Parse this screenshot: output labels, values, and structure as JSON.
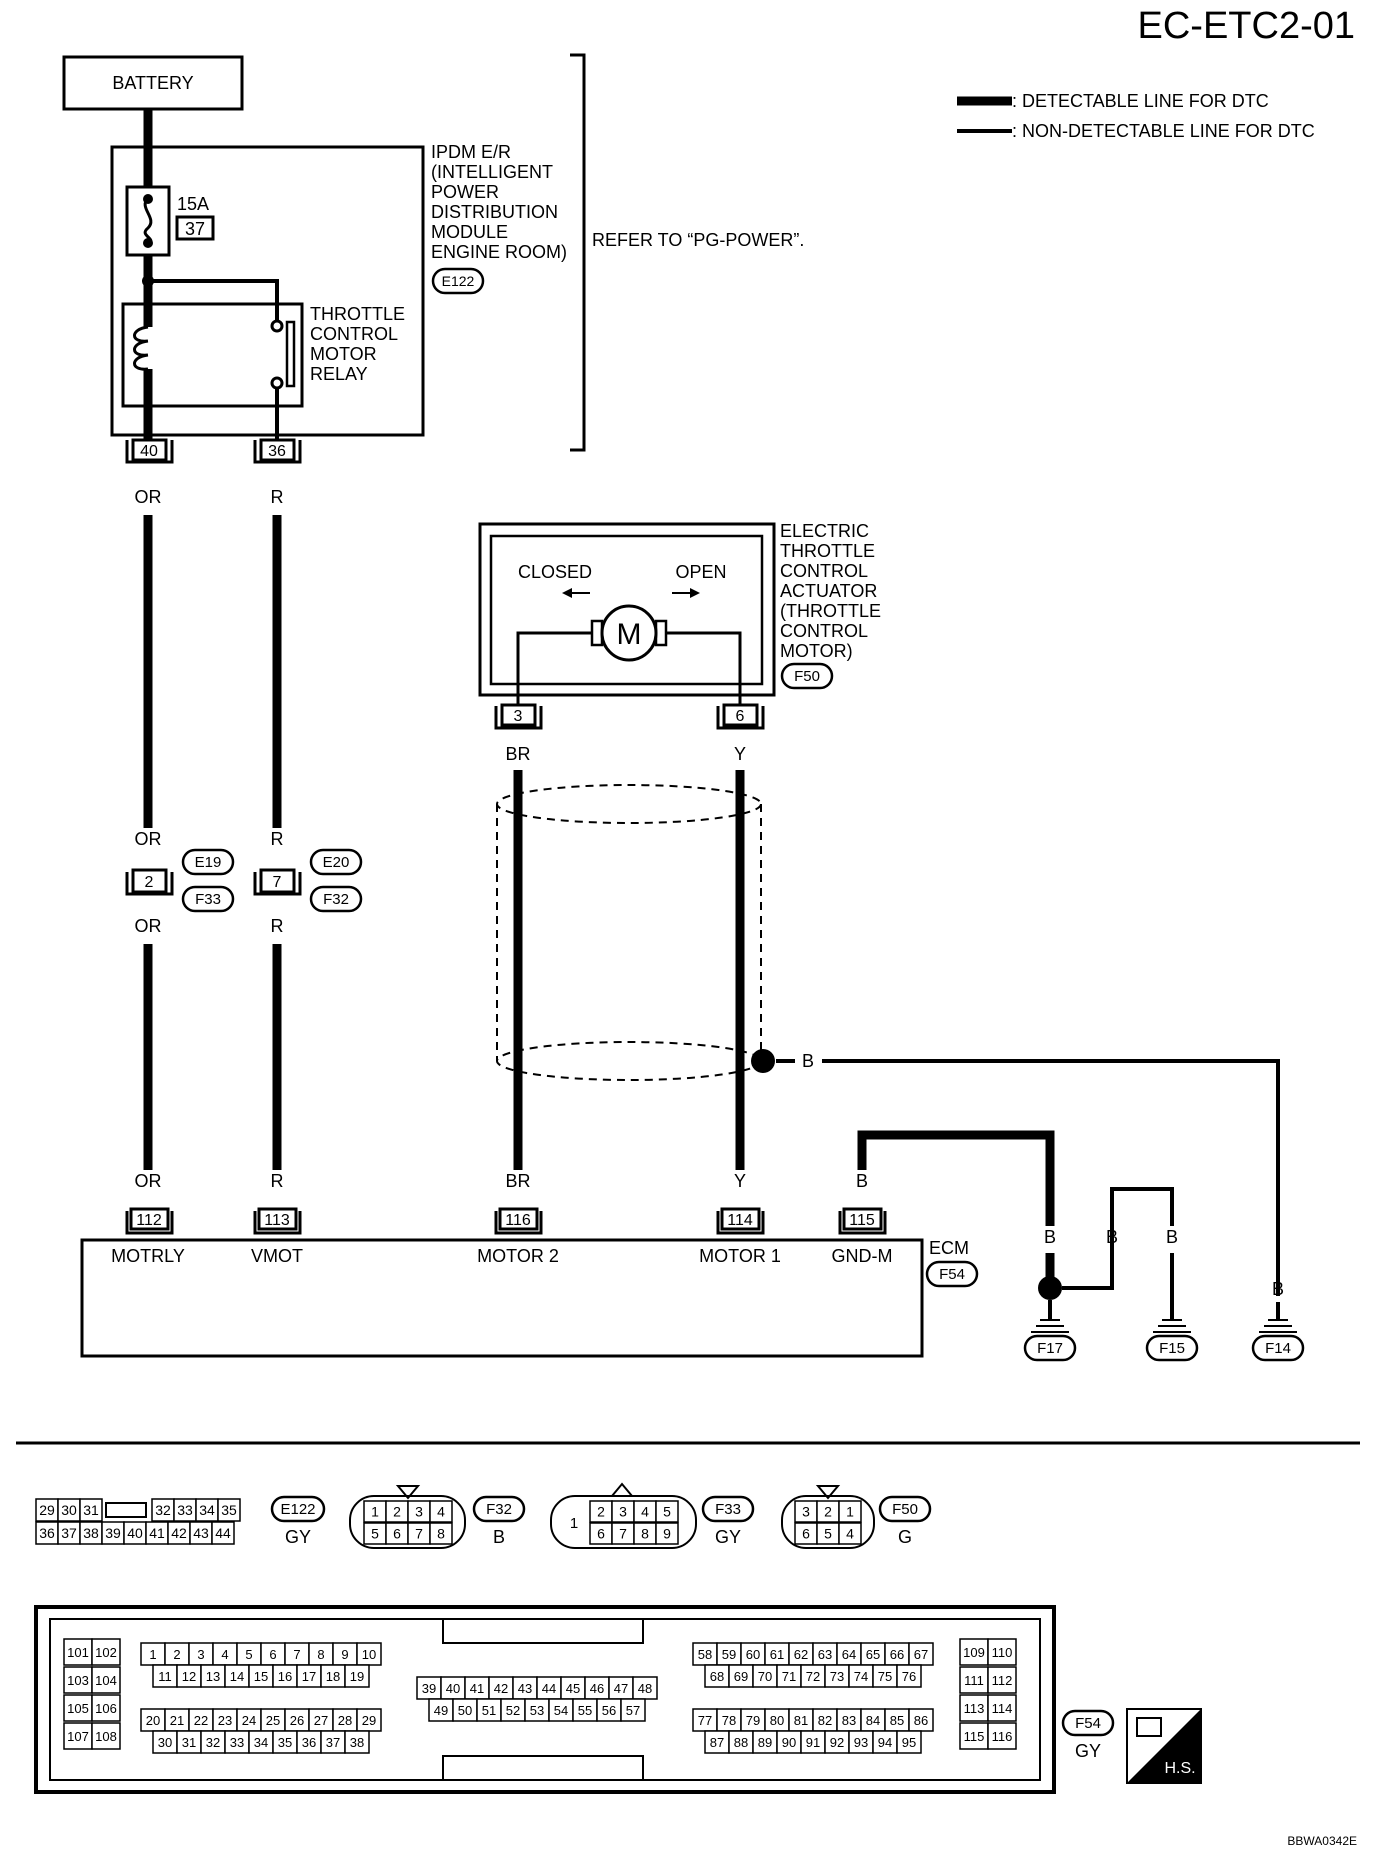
{
  "page_code": "EC-ETC2-01",
  "legend": {
    "detectable": ": DETECTABLE LINE FOR DTC",
    "non_detectable": ": NON-DETECTABLE LINE FOR DTC"
  },
  "battery": "BATTERY",
  "ipdm": {
    "name_lines": [
      "IPDM E/R",
      "(INTELLIGENT",
      "POWER",
      "DISTRIBUTION",
      "MODULE",
      "ENGINE ROOM)"
    ],
    "connector": "E122",
    "fuse_amps": "15A",
    "fuse_no": "37",
    "relay_lines": [
      "THROTTLE",
      "CONTROL",
      "MOTOR",
      "RELAY"
    ],
    "refer": "REFER TO “PG-POWER”.",
    "pins": [
      "40",
      "36"
    ]
  },
  "wires": {
    "or": "OR",
    "r": "R",
    "br": "BR",
    "y": "Y",
    "b": "B"
  },
  "junction": {
    "pin_left": "2",
    "pin_right": "7",
    "conn_left_top": "E19",
    "conn_left_bottom": "F33",
    "conn_right_top": "E20",
    "conn_right_bottom": "F32"
  },
  "actuator": {
    "name_lines": [
      "ELECTRIC",
      "THROTTLE",
      "CONTROL",
      "ACTUATOR",
      "(THROTTLE",
      "CONTROL",
      "MOTOR)"
    ],
    "connector": "F50",
    "closed": "CLOSED",
    "open": "OPEN",
    "motor": "M",
    "pins": [
      "3",
      "6"
    ]
  },
  "ecm": {
    "name": "ECM",
    "connector": "F54",
    "pins": [
      "112",
      "113",
      "116",
      "114",
      "115"
    ],
    "pin_labels": [
      "MOTRLY",
      "VMOT",
      "MOTOR 2",
      "MOTOR 1",
      "GND-M"
    ]
  },
  "grounds": [
    "F17",
    "F15",
    "F14"
  ],
  "connectors": {
    "e122": {
      "id": "E122",
      "color": "GY",
      "row1": [
        "29",
        "30",
        "31",
        "",
        "32",
        "33",
        "34",
        "35"
      ],
      "row2": [
        "36",
        "37",
        "38",
        "39",
        "40",
        "41",
        "42",
        "43",
        "44"
      ]
    },
    "f32": {
      "id": "F32",
      "color": "B",
      "row1": [
        "1",
        "2",
        "3",
        "4"
      ],
      "row2": [
        "5",
        "6",
        "7",
        "8"
      ]
    },
    "f33": {
      "id": "F33",
      "color": "GY",
      "left": "1",
      "row1": [
        "2",
        "3",
        "4",
        "5"
      ],
      "row2": [
        "6",
        "7",
        "8",
        "9"
      ]
    },
    "f50": {
      "id": "F50",
      "color": "G",
      "row1": [
        "3",
        "2",
        "1"
      ],
      "row2": [
        "6",
        "5",
        "4"
      ]
    },
    "f54": {
      "id": "F54",
      "color": "GY",
      "hs": "H.S.",
      "c1": [
        [
          "101",
          "102"
        ],
        [
          "103",
          "104"
        ],
        [
          "105",
          "106"
        ],
        [
          "107",
          "108"
        ]
      ],
      "r1": [
        "1",
        "2",
        "3",
        "4",
        "5",
        "6",
        "7",
        "8",
        "9",
        "10"
      ],
      "r2": [
        "11",
        "12",
        "13",
        "14",
        "15",
        "16",
        "17",
        "18",
        "19"
      ],
      "r3": [
        "20",
        "21",
        "22",
        "23",
        "24",
        "25",
        "26",
        "27",
        "28",
        "29"
      ],
      "r4": [
        "30",
        "31",
        "32",
        "33",
        "34",
        "35",
        "36",
        "37",
        "38"
      ],
      "m1": [
        "39",
        "40",
        "41",
        "42",
        "43",
        "44",
        "45",
        "46",
        "47",
        "48"
      ],
      "m2": [
        "49",
        "50",
        "51",
        "52",
        "53",
        "54",
        "55",
        "56",
        "57"
      ],
      "s1": [
        "58",
        "59",
        "60",
        "61",
        "62",
        "63",
        "64",
        "65",
        "66",
        "67"
      ],
      "s2": [
        "68",
        "69",
        "70",
        "71",
        "72",
        "73",
        "74",
        "75",
        "76"
      ],
      "s3": [
        "77",
        "78",
        "79",
        "80",
        "81",
        "82",
        "83",
        "84",
        "85",
        "86"
      ],
      "s4": [
        "87",
        "88",
        "89",
        "90",
        "91",
        "92",
        "93",
        "94",
        "95"
      ],
      "c2": [
        [
          "109",
          "110"
        ],
        [
          "111",
          "112"
        ],
        [
          "113",
          "114"
        ],
        [
          "115",
          "116"
        ]
      ]
    }
  },
  "drawing_code": "BBWA0342E"
}
